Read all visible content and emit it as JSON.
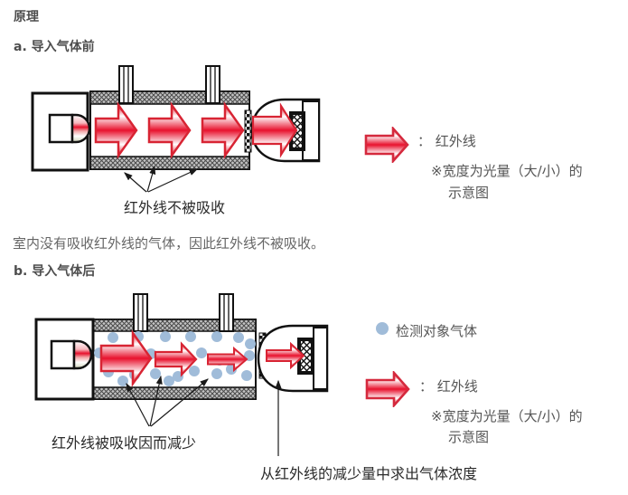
{
  "page": {
    "title": "原理"
  },
  "section_a": {
    "heading": "a. 导入气体前",
    "diagram_label": "红外线不被吸收",
    "note": "室内没有吸收红外线的气体，因此红外线不被吸收。"
  },
  "section_b": {
    "heading": "b. 导入气体后",
    "absorb_label": "红外线被吸收因而减少",
    "concentration_label": "从红外线的减少量中求出气体浓度"
  },
  "legend_a": {
    "infrared_label": "： 红外线",
    "width_note_line1": "※宽度为光量（大/小）的",
    "width_note_line2": "示意图"
  },
  "legend_b": {
    "gas_label": "检测对象气体",
    "infrared_label": "： 红外线",
    "width_note_line1": "※宽度为光量（大/小）的",
    "width_note_line2": "示意图"
  },
  "colors": {
    "infrared_red": "#e8112d",
    "arrow_outline": "#d82433",
    "gas_dot_blue": "#a0bcd9",
    "wall_gray": "#c4c4c4",
    "heading_text": "#4d4d4d",
    "body_text": "#666666",
    "label_text": "#2b2b2b"
  }
}
